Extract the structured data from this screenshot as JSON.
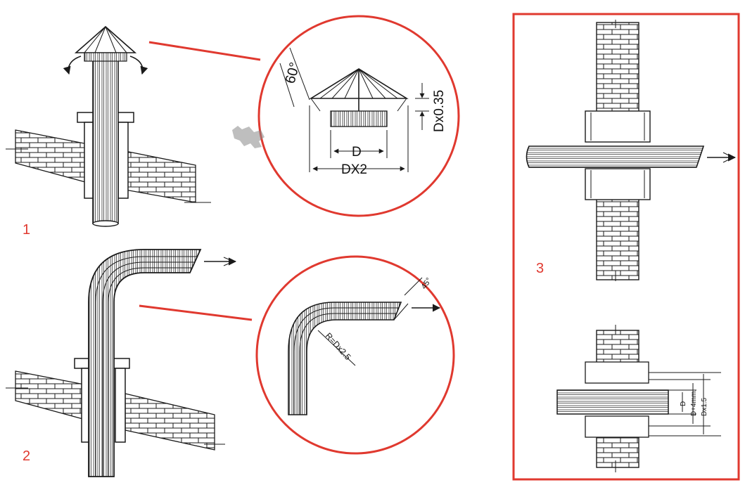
{
  "colors": {
    "accent": "#e0392f",
    "ink": "#1a1a1a"
  },
  "panels": {
    "p1": {
      "label": "1",
      "angle": "60°",
      "dim_cap_height": "Dx0.35",
      "dim_d": "D",
      "dim_dx2": "DX2"
    },
    "p2": {
      "label": "2",
      "dim_radius": "R=Dx2.5",
      "dim_angle": "45°"
    },
    "p3": {
      "label": "3",
      "dim_d": "D",
      "dim_d4": "D+4mm.",
      "dim_dx15": "Dx1.5"
    }
  }
}
